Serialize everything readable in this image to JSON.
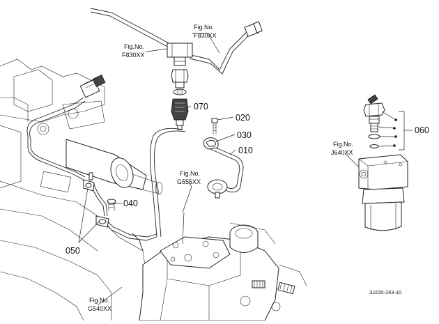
{
  "figure_refs": [
    {
      "id": "f830-top",
      "line1": "Fig.No.",
      "line2": "F830XX"
    },
    {
      "id": "f830-left",
      "line1": "Fig.No.",
      "line2": "F830XX"
    },
    {
      "id": "g555",
      "line1": "Fig.No.",
      "line2": "G555XX"
    },
    {
      "id": "j640",
      "line1": "Fig.No.",
      "line2": "J640XX"
    },
    {
      "id": "g540",
      "line1": "Fig.No.",
      "line2": "G540XX"
    }
  ],
  "part_numbers": {
    "p010": "010",
    "p020": "020",
    "p030": "030",
    "p040": "040",
    "p050": "050",
    "p060": "060",
    "p070": "070"
  },
  "drawing_code": "3J220-153-10"
}
